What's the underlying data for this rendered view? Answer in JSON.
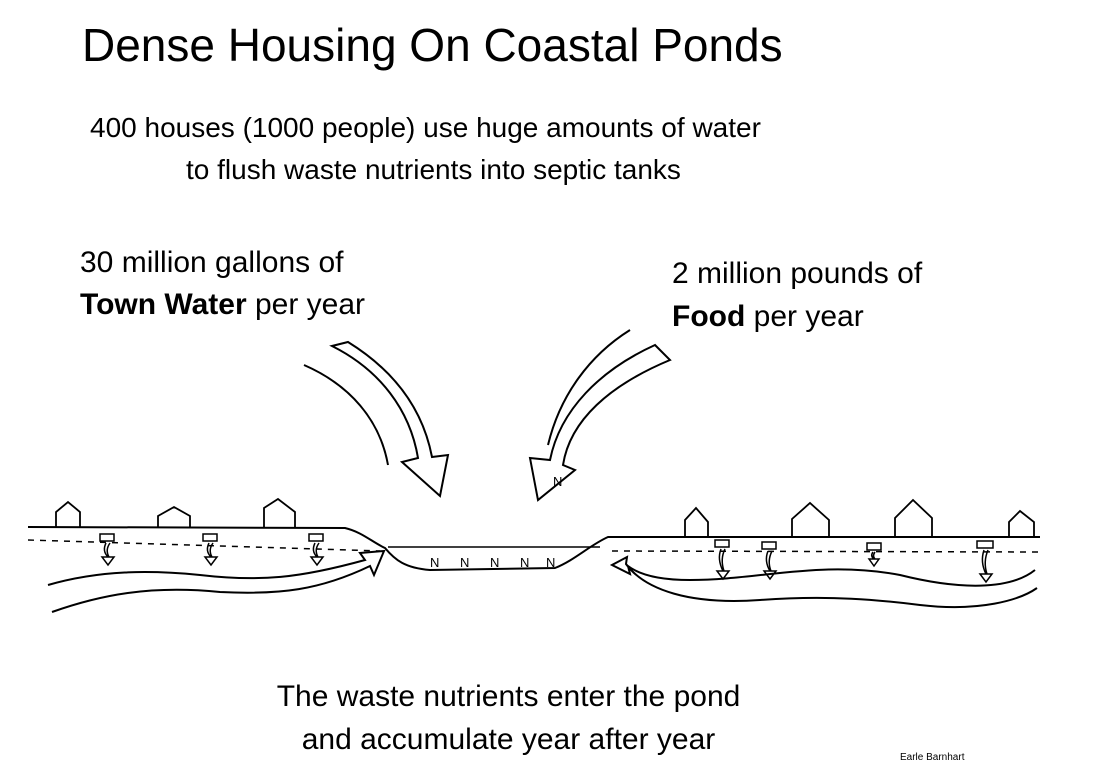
{
  "title": "Dense Housing On Coastal Ponds",
  "subtitle": {
    "line1": "400  houses (1000 people)  use huge amounts  of water",
    "line2": "to flush waste nutrients into septic tanks"
  },
  "water_input": {
    "line1": "30 million gallons of",
    "bold": "Town Water",
    "rest": " per year"
  },
  "food_input": {
    "line1": "2 million pounds of",
    "bold": "Food",
    "rest": " per year"
  },
  "arrow_label": "N",
  "pond_nutrients": [
    "N",
    "N",
    "N",
    "N",
    "N"
  ],
  "conclusion": {
    "line1": "The waste nutrients enter the pond",
    "line2": "and accumulate year after year"
  },
  "credit": "Earle Barnhart"
}
